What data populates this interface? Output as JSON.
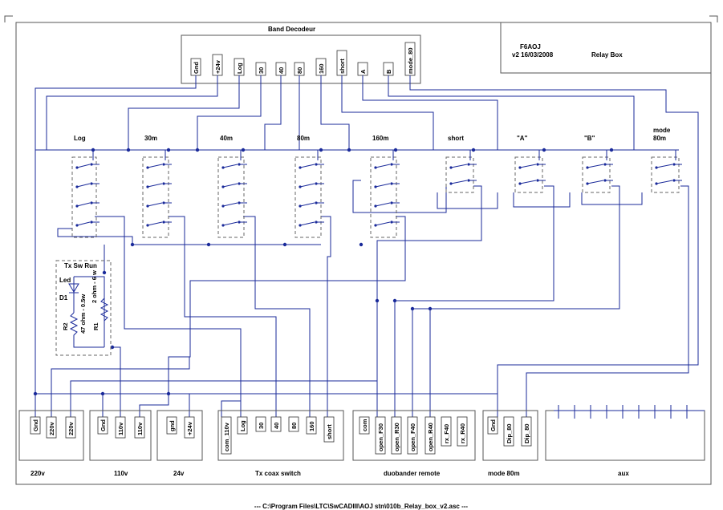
{
  "header": {
    "title": "Band Decodeur",
    "author": "F6AOJ",
    "version": "v2  16/03/2008",
    "name": "Relay Box"
  },
  "decoder_pins": [
    "Gnd",
    "+24v",
    "Log",
    "30",
    "40",
    "80",
    "160",
    "short",
    "A",
    "B",
    "mode_80"
  ],
  "relays": [
    "Log",
    "30m",
    "40m",
    "80m",
    "160m",
    "short",
    "\"A\"",
    "\"B\"",
    "mode\n80m"
  ],
  "txsw": {
    "title": "Tx Sw Run",
    "led": "Led",
    "d1": "D1",
    "r2": "R2",
    "r2_val": "47 ohm - 0.5w",
    "r1": "R1",
    "r1_val": "2 ohm - 6 w"
  },
  "connectors": [
    {
      "label": "220v",
      "pins": [
        "Gnd",
        "220v",
        "220v"
      ]
    },
    {
      "label": "110v",
      "pins": [
        "Gnd",
        "110v",
        "110v"
      ]
    },
    {
      "label": "24v",
      "pins": [
        "gnd",
        "+24v"
      ]
    },
    {
      "label": "Tx coax switch",
      "pins": [
        "com_110v",
        "Log",
        "30",
        "40",
        "80",
        "160",
        "short"
      ]
    },
    {
      "label": "duobander remote",
      "pins": [
        "com",
        "open_F30",
        "open_R30",
        "open_F40",
        "open_R40",
        "rx_F40",
        "rx_R40"
      ]
    },
    {
      "label": "mode 80m",
      "pins": [
        "Gnd",
        "Dip_80",
        "Dip_80"
      ]
    },
    {
      "label": "aux",
      "pins": []
    }
  ],
  "footer": "--- C:\\Program Files\\LTC\\SwCADIII\\AOJ stn\\010b_Relay_box_v2.asc ---"
}
